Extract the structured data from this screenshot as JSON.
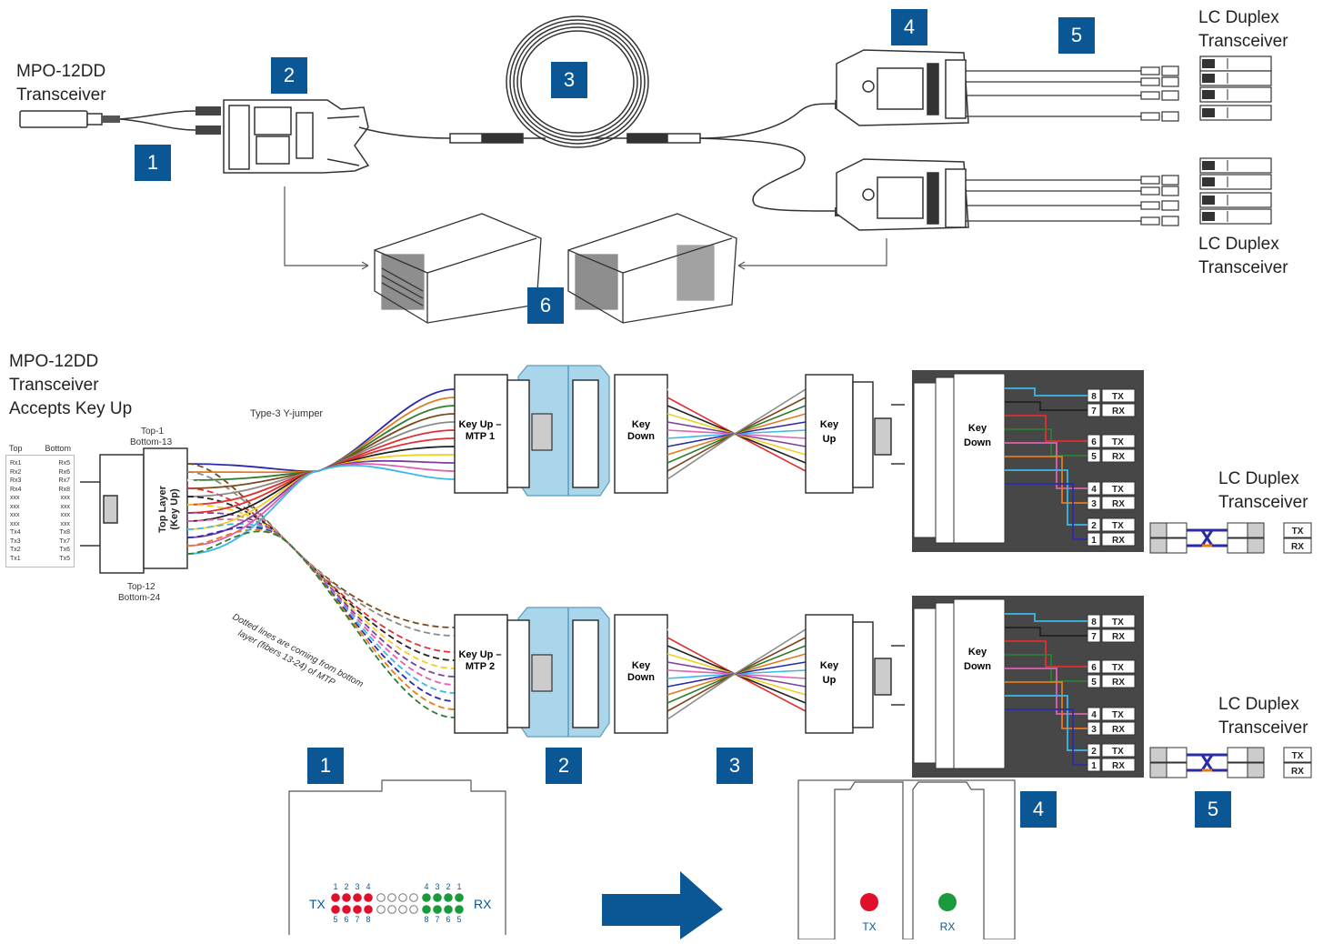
{
  "labels": {
    "mpo_transceiver_top": [
      "MPO-12DD",
      "Transceiver"
    ],
    "lc_top_1": [
      "LC Duplex",
      "Transceiver"
    ],
    "lc_top_2": [
      "LC Duplex",
      "Transceiver"
    ],
    "mpo_transceiver_mid": [
      "MPO-12DD",
      "Transceiver",
      "Accepts Key Up"
    ],
    "lc_mid_1": [
      "LC Duplex",
      "Transceiver"
    ],
    "lc_mid_2": [
      "LC Duplex",
      "Transceiver"
    ]
  },
  "badges_top": [
    "1",
    "2",
    "3",
    "4",
    "5",
    "6"
  ],
  "badges_bottom": [
    "1",
    "2",
    "3",
    "4",
    "5"
  ],
  "jumper_label": "Type-3 Y-jumper",
  "top_pin_label": [
    "Top-1",
    "Bottom-13"
  ],
  "bottom_pin_label": [
    "Top-12",
    "Bottom-24"
  ],
  "dotted_note": [
    "Dotted lines are coming from bottom",
    "layer (fibers 13-24) of MTP"
  ],
  "pin_table": {
    "headers": [
      "Top",
      "Bottom"
    ],
    "rows": [
      [
        "Rx1",
        "Rx5"
      ],
      [
        "Rx2",
        "Rx6"
      ],
      [
        "Rx3",
        "Rx7"
      ],
      [
        "Rx4",
        "Rx8"
      ],
      [
        "xxx",
        "xxx"
      ],
      [
        "xxx",
        "xxx"
      ],
      [
        "xxx",
        "xxx"
      ],
      [
        "xxx",
        "xxx"
      ],
      [
        "Tx4",
        "Tx8"
      ],
      [
        "Tx3",
        "Tx7"
      ],
      [
        "Tx2",
        "Tx6"
      ],
      [
        "Tx1",
        "Tx5"
      ]
    ]
  },
  "connector_labels": {
    "top_layer": [
      "Top Layer",
      "(Key Up)"
    ],
    "mtp1": [
      "Key Up –",
      "MTP 1"
    ],
    "mtp2": [
      "Key Up –",
      "MTP 2"
    ],
    "key_down": [
      "Key",
      "Down"
    ],
    "key_up": [
      "Key",
      "Up"
    ]
  },
  "cassette_ports": [
    {
      "num": "8",
      "label": "TX"
    },
    {
      "num": "7",
      "label": "RX"
    },
    {
      "num": "6",
      "label": "TX"
    },
    {
      "num": "5",
      "label": "RX"
    },
    {
      "num": "4",
      "label": "TX"
    },
    {
      "num": "3",
      "label": "RX"
    },
    {
      "num": "2",
      "label": "TX"
    },
    {
      "num": "1",
      "label": "RX"
    }
  ],
  "lc_port_labels": [
    "TX",
    "RX"
  ],
  "mpo_face": {
    "tx": "TX",
    "rx": "RX",
    "tx_top_nums": [
      "1",
      "2",
      "3",
      "4"
    ],
    "tx_bottom_nums": [
      "5",
      "6",
      "7",
      "8"
    ],
    "rx_top_nums": [
      "4",
      "3",
      "2",
      "1"
    ],
    "rx_bottom_nums": [
      "8",
      "7",
      "6",
      "5"
    ]
  },
  "lc_face": {
    "tx": "TX",
    "rx": "RX"
  },
  "colors": {
    "badge": "#0b5694",
    "arrow": "#0b5694",
    "cassette_bg": "#474747",
    "adapter_blue": "#a9d6ea",
    "tx_dot": "#e0102a",
    "rx_dot": "#1a9a3c",
    "fibers": [
      "#2b2ba8",
      "#e57a1c",
      "#2e7d32",
      "#7a4a1c",
      "#8a8a8a",
      "#ffffff",
      "#e03030",
      "#222222",
      "#f0d020",
      "#7b3fa0",
      "#e060b0",
      "#3ab8e8"
    ]
  }
}
